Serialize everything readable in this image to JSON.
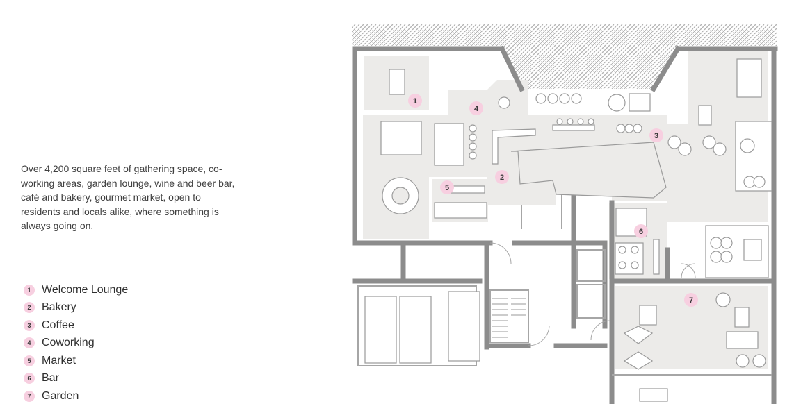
{
  "description": "Over 4,200 square feet of gathering space, co-working areas, garden lounge, wine and beer bar, café and bakery, gourmet market, open  to residents and locals alike, where something is always going on.",
  "legend": [
    {
      "num": "1",
      "label": "Welcome Lounge"
    },
    {
      "num": "2",
      "label": "Bakery"
    },
    {
      "num": "3",
      "label": "Coffee"
    },
    {
      "num": "4",
      "label": "Coworking"
    },
    {
      "num": "5",
      "label": "Market"
    },
    {
      "num": "6",
      "label": "Bar"
    },
    {
      "num": "7",
      "label": "Garden"
    }
  ],
  "zones": [
    {
      "num": "1"
    },
    {
      "num": "2"
    },
    {
      "num": "3"
    },
    {
      "num": "4"
    },
    {
      "num": "5"
    },
    {
      "num": "6"
    },
    {
      "num": "7"
    }
  ],
  "colors": {
    "badge": "#f7cfe0",
    "wall": "#8c8c8c",
    "zone_fill": "#ececea",
    "furniture": "#9a9a9a"
  }
}
